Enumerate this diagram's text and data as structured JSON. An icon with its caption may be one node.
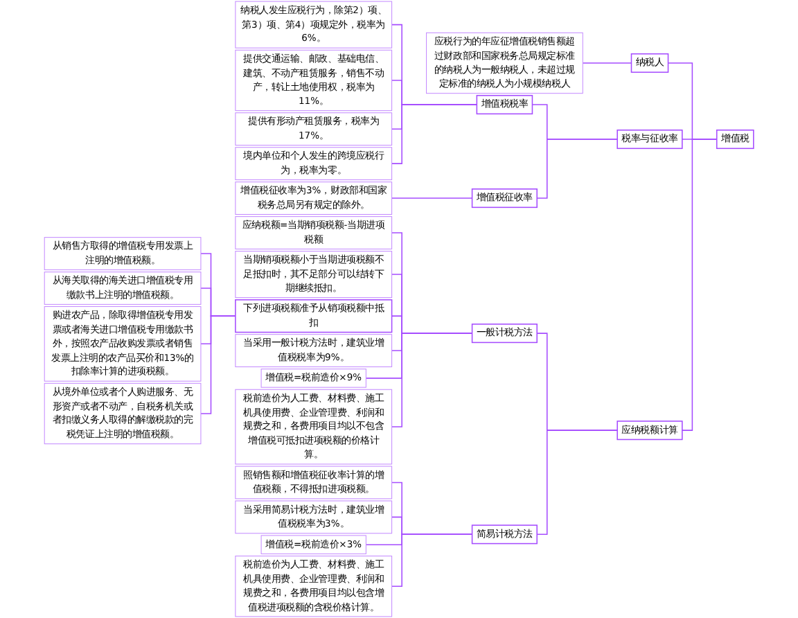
{
  "diagram": {
    "nodes": [
      {
        "text": [
          "增值税"
        ]
      },
      {
        "text": [
          "纳税人"
        ]
      },
      {
        "text": [
          "应税行为的年应征增值税销售额超过财政部和国家税务总局规定标准的纳税人为一般纳税人，未超过规定标准的纳税人为小规模纳税人"
        ]
      },
      {
        "text": [
          "税率与征收率"
        ]
      },
      {
        "text": [
          "增值税税率"
        ]
      },
      {
        "text": [
          "纳税人发生应税行为，除第2）项、第3）项、第4）项规定外，税率为6%。"
        ]
      },
      {
        "text": [
          "提供交通运输、邮政、基础电信、建筑、不动产租赁服务，销售不动产，转让土地使用权，税率为11%。"
        ]
      },
      {
        "text": [
          "提供有形动产租赁服务，税率为17%。"
        ]
      },
      {
        "text": [
          "境内单位和个人发生的跨境应税行为，税率为零。"
        ]
      },
      {
        "text": [
          "增值税征收率"
        ]
      },
      {
        "text": [
          "增值税征收率为3%，财政部和国家税务总局另有规定的除外。"
        ]
      },
      {
        "text": [
          "应纳税额计算"
        ]
      },
      {
        "text": [
          "一般计税方法"
        ]
      },
      {
        "text": [
          "应纳税额=当期销项税额-当期进项税额"
        ]
      },
      {
        "text": [
          "当期销项税额小于当期进项税额不足抵扣时，其不足部分可以结转下期继续抵扣。"
        ]
      },
      {
        "text": [
          "下列进项税额准予从销项税额中抵扣"
        ]
      },
      {
        "text": [
          "从销售方取得的增值税专用发票上注明的增值税额。"
        ]
      },
      {
        "text": [
          "从海关取得的海关进口增值税专用缴款书上注明的增值税额。"
        ]
      },
      {
        "text": [
          "购进农产品，除取得增值税专用发票或者海关进口增值税专用缴款书外，按照农产品收购发票或者销售发票上注明的农产品买价和13%的扣除率计算的进项税额。"
        ]
      },
      {
        "text": [
          "从境外单位或者个人购进服务、无形资产或者不动产，自税务机关或者扣缴义务人取得的解缴税款的完税凭证上注明的增值税额。"
        ]
      },
      {
        "text": [
          "当采用一般计税方法时，建筑业增值税税率为9%。"
        ]
      },
      {
        "text": [
          "增值税=税前造价×9%"
        ]
      },
      {
        "text": [
          "税前造价为人工费、材料费、施工机具使用费、企业管理费、利润和规费之和，各费用项目均以不包含增值税可抵扣进项税额的价格计算。"
        ]
      },
      {
        "text": [
          "简易计税方法"
        ]
      },
      {
        "text": [
          "照销售额和增值税征收率计算的增值税额，不得抵扣进项税额。"
        ]
      },
      {
        "text": [
          "当采用简易计税方法时，建筑业增值税税率为3%。"
        ]
      },
      {
        "text": [
          "增值税=税前造价×3%"
        ]
      },
      {
        "text": [
          "税前造价为人工费、材料费、施工机具使用费、企业管理费、利润和规费之和，各费用项目均以包含增值税进项税额的含税价格计算。"
        ]
      }
    ],
    "edges": [
      {
        "from": 0,
        "to": 1,
        "arrow": "none"
      },
      {
        "from": 1,
        "to": 2,
        "arrow": "none"
      },
      {
        "from": 0,
        "to": 3,
        "arrow": "none"
      },
      {
        "from": 3,
        "to": 4,
        "arrow": "none"
      },
      {
        "from": 4,
        "to": 5,
        "arrow": "none"
      },
      {
        "from": 4,
        "to": 6,
        "arrow": "none"
      },
      {
        "from": 4,
        "to": 7,
        "arrow": "none"
      },
      {
        "from": 4,
        "to": 8,
        "arrow": "none"
      },
      {
        "from": 3,
        "to": 9,
        "arrow": "none"
      },
      {
        "from": 9,
        "to": 10,
        "arrow": "none"
      },
      {
        "from": 0,
        "to": 11,
        "arrow": "none"
      },
      {
        "from": 11,
        "to": 12,
        "arrow": "none"
      },
      {
        "from": 12,
        "to": 13,
        "arrow": "none"
      },
      {
        "from": 12,
        "to": 14,
        "arrow": "none"
      },
      {
        "from": 12,
        "to": 15,
        "arrow": "none"
      },
      {
        "from": 15,
        "to": 16,
        "arrow": "none"
      },
      {
        "from": 15,
        "to": 17,
        "arrow": "none"
      },
      {
        "from": 15,
        "to": 18,
        "arrow": "none"
      },
      {
        "from": 15,
        "to": 19,
        "arrow": "none"
      },
      {
        "from": 12,
        "to": 20,
        "arrow": "none"
      },
      {
        "from": 12,
        "to": 21,
        "arrow": "none"
      },
      {
        "from": 12,
        "to": 22,
        "arrow": "none"
      },
      {
        "from": 11,
        "to": 23,
        "arrow": "none"
      },
      {
        "from": 23,
        "to": 24,
        "arrow": "none"
      },
      {
        "from": 23,
        "to": 25,
        "arrow": "none"
      },
      {
        "from": 23,
        "to": 26,
        "arrow": "none"
      },
      {
        "from": 23,
        "to": 27,
        "arrow": "none"
      }
    ]
  }
}
